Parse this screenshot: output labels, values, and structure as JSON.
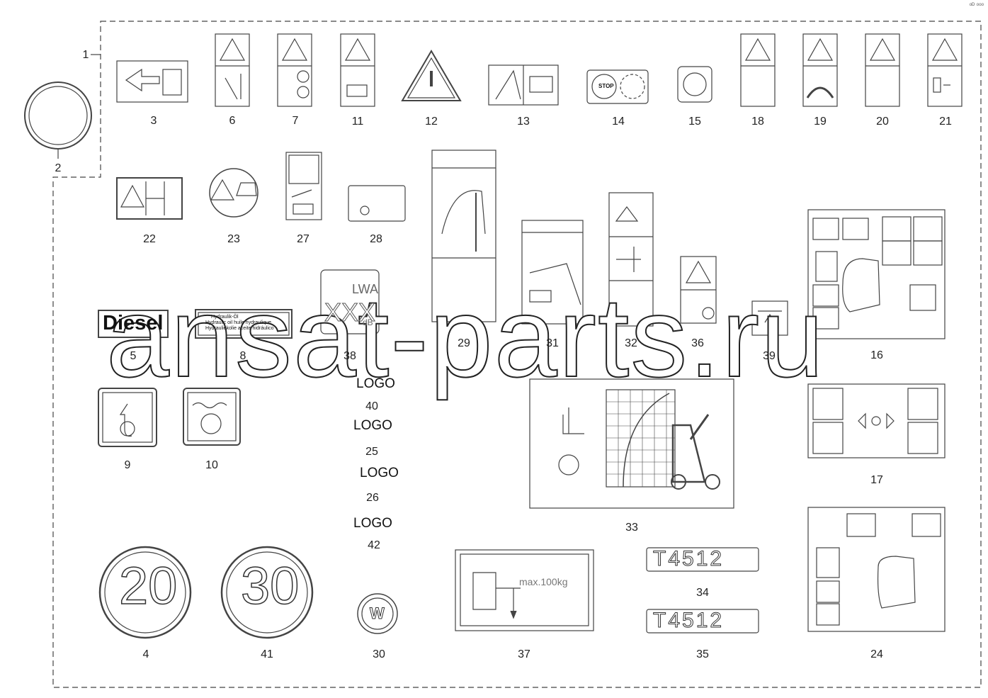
{
  "diagram": {
    "leader_label": "1",
    "item_labels": [
      "2",
      "3",
      "4",
      "5",
      "6",
      "7",
      "8",
      "9",
      "10",
      "11",
      "12",
      "13",
      "14",
      "15",
      "16",
      "17",
      "18",
      "19",
      "20",
      "21",
      "22",
      "23",
      "24",
      "25",
      "26",
      "27",
      "28",
      "29",
      "30",
      "31",
      "32",
      "33",
      "34",
      "35",
      "36",
      "37",
      "38",
      "39",
      "40",
      "41",
      "42"
    ],
    "logo_placeholders": [
      "LOGO",
      "LOGO",
      "LOGO",
      "LOGO"
    ],
    "decals": {
      "diesel": "Diesel",
      "hydraulic_oil": [
        "Hydraulik-Öl",
        "Hydraulic oil huile hydraulique",
        "Hydrauliekolie aceite hidráulico"
      ],
      "speed_20": "20",
      "speed_30": "30",
      "model_34": "T4512",
      "model_35": "T4512",
      "load_note": "max.100kg",
      "stop": "STOP",
      "lwa": "LWA",
      "lwa_value": "XXX",
      "lwa_unit": "dB",
      "brand": "W"
    },
    "watermark": "ansat-parts.ru",
    "corner_mark": "ᵒᴰ ᵒᵒᵒ"
  }
}
